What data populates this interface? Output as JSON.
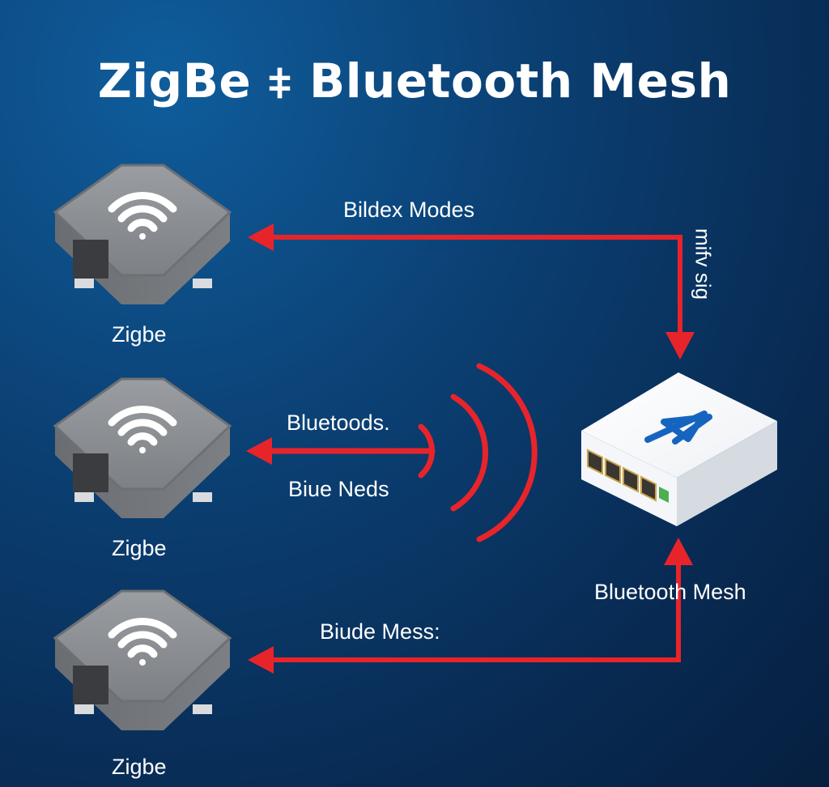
{
  "title": "ZigBe ⧧ Bluetooth Mesh",
  "nodes": {
    "zigbee_1": {
      "label": "Zigbe",
      "icon": "wifi-icon"
    },
    "zigbee_2": {
      "label": "Zigbe",
      "icon": "wifi-icon"
    },
    "zigbee_3": {
      "label": "Zigbe",
      "icon": "wifi-icon"
    },
    "hub": {
      "label": "Bluetooth Mesh",
      "icon": "bluetooth-icon",
      "ports": 4
    }
  },
  "links": {
    "top": {
      "label": "Bildex Modes",
      "side_label": "mifv sig"
    },
    "middle": {
      "label_top": "Bluetoods.",
      "label_bottom": "Biue Neds"
    },
    "bottom": {
      "label": "Biude Mess:"
    }
  },
  "colors": {
    "arrow": "#e8242b",
    "background": "#0b3f72",
    "device_top": "#8a8d91",
    "device_side": "#6f7276",
    "bluetooth": "#1565c0"
  }
}
